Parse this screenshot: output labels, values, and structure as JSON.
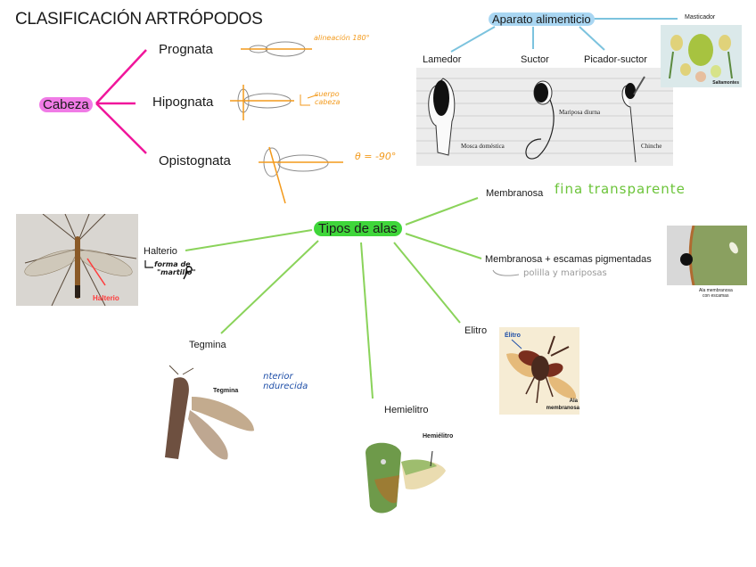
{
  "title": "CLASIFICACIÓN ARTRÓPODOS",
  "head": {
    "root": "Cabeza",
    "branches": [
      {
        "label": "Prognata",
        "note": "alineación 180°"
      },
      {
        "label": "Hipognata",
        "note_line1": "cuerpo",
        "note_line2": "cabeza",
        "note_prefix": "⊥"
      },
      {
        "label": "Opistognata",
        "note": "θ = -90°"
      }
    ],
    "highlight_color": "#f07be6",
    "line_color": "#f0169b",
    "annotation_color": "#f39a1c"
  },
  "feeding": {
    "root": "Aparato alimenticio",
    "highlight_color": "#a9d6f2",
    "line_color": "#7cc3de",
    "branches": [
      "Lamedor",
      "Suctor",
      "Picador-suctor",
      "Masticador"
    ],
    "figure_captions": [
      "Mosca doméstica",
      "Mariposa diurna",
      "Chinche"
    ],
    "masticador_caption": "Saltamontes"
  },
  "wings": {
    "root": "Tipos de alas",
    "highlight_color": "#3fd63a",
    "line_color": "#8ad35a",
    "branches": [
      {
        "label": "Halterio",
        "note_line1": "forma de",
        "note_line2": "\"martillo\"",
        "photo_caption": "Halterio"
      },
      {
        "label": "Tegmina",
        "note_line1": "anterior",
        "note_line2": "endurecida",
        "photo_caption": "Tegmina"
      },
      {
        "label": "Hemielitro",
        "photo_caption": "Hemiélitro"
      },
      {
        "label": "Elitro",
        "photo_caption_top": "Élitro",
        "photo_caption_bottom_1": "Ala",
        "photo_caption_bottom_2": "membranosa"
      },
      {
        "label": "Membranosa",
        "note": "fina transparente"
      },
      {
        "label": "Membranosa + escamas pigmentadas",
        "note": "polilla y mariposas",
        "photo_caption_1": "Ala membranosa",
        "photo_caption_2": "con escamas"
      }
    ]
  }
}
